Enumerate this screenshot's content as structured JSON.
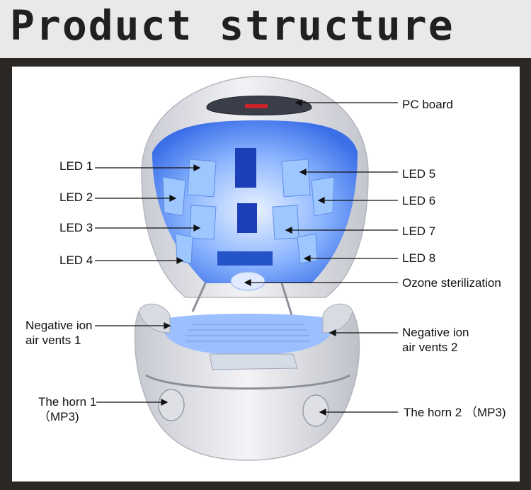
{
  "title": "Product structure",
  "labels": {
    "pc_board": "PC board",
    "led1": "LED 1",
    "led2": "LED 2",
    "led3": "LED 3",
    "led4": "LED 4",
    "led5": "LED 5",
    "led6": "LED 6",
    "led7": "LED 7",
    "led8": "LED 8",
    "ozone": "Ozone sterilization",
    "neg_ion_1_line1": "Negative ion",
    "neg_ion_1_line2": "air vents 1",
    "neg_ion_2_line1": "Negative ion",
    "neg_ion_2_line2": "air vents 2",
    "horn1_line1": "The horn 1",
    "horn1_line2": "（MP3)",
    "horn2": "The horn 2 （MP3)"
  },
  "colors": {
    "header_bg": "#e9e9e9",
    "frame": "#2a2724",
    "panel": "#ffffff",
    "glow": "#3d7bff",
    "led_panel": "#7fb4ff",
    "shell": "#e4e4e8"
  }
}
